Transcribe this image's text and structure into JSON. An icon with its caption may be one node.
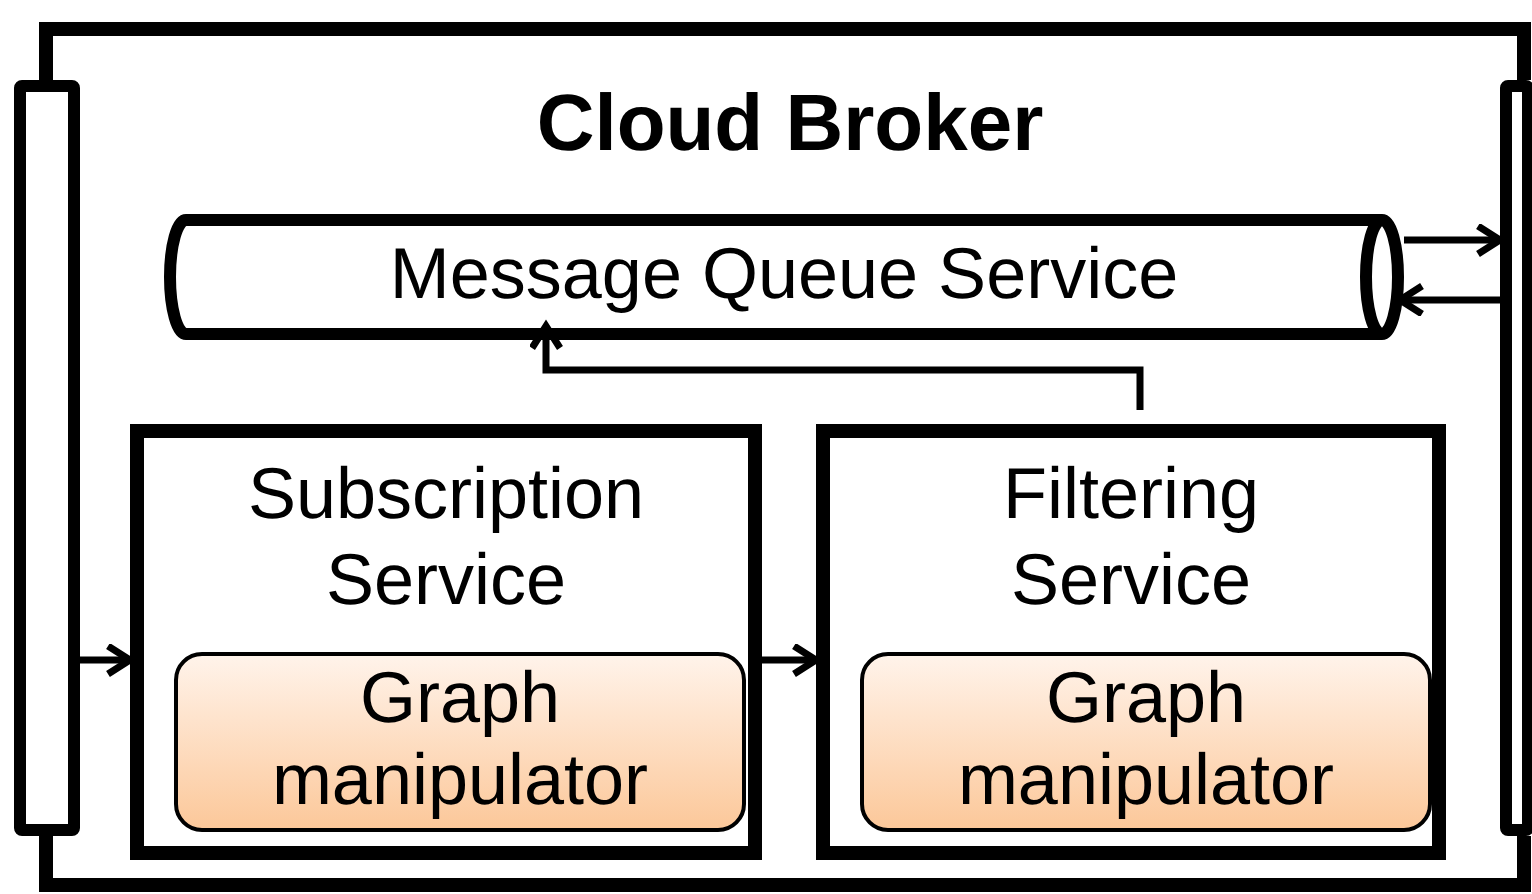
{
  "diagram": {
    "nodes": [
      {
        "text": [
          "Cloud Broker"
        ]
      },
      {
        "text": [],
        "shape": "bar"
      },
      {
        "text": [
          "Message Queue Service"
        ],
        "in": 0
      },
      {
        "text": [
          "Subscription Service"
        ],
        "in": 0
      },
      {
        "text": [
          "Graph manipulator"
        ],
        "in": 3
      },
      {
        "text": [
          "Filtering Service"
        ],
        "in": 0
      },
      {
        "text": [
          "Graph manipulator"
        ],
        "in": 5
      },
      {
        "text": [],
        "shape": "bar"
      }
    ],
    "edges": [
      {
        "from": 1,
        "to": 3,
        "arrow": "to"
      },
      {
        "from": 3,
        "to": 5,
        "arrow": "to"
      },
      {
        "from": 5,
        "to": 2,
        "arrow": "to"
      },
      {
        "from": 2,
        "to": 7,
        "arrow": "to"
      },
      {
        "from": 7,
        "to": 2,
        "arrow": "to"
      }
    ]
  }
}
